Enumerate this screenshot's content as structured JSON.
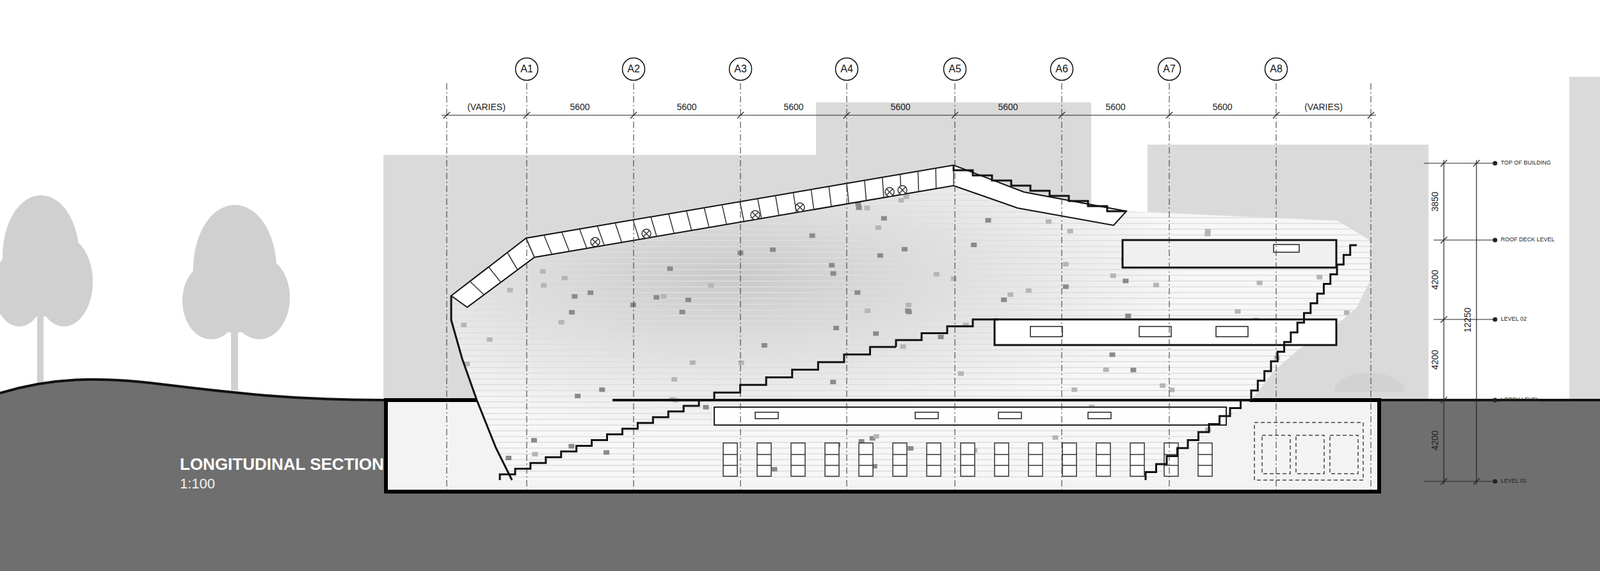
{
  "diagram": {
    "title": "LONGITUDINAL SECTION",
    "nodes": [
      {
        "text": [
          "A1"
        ]
      },
      {
        "text": [
          "A2"
        ]
      },
      {
        "text": [
          "A3"
        ]
      },
      {
        "text": [
          "A4"
        ]
      },
      {
        "text": [
          "A5"
        ]
      },
      {
        "text": [
          "A6"
        ]
      },
      {
        "text": [
          "A7"
        ]
      },
      {
        "text": [
          "A8"
        ]
      }
    ],
    "labels": [
      "(VARIES)",
      "5600",
      "5600",
      "5600",
      "5600",
      "5600",
      "5600",
      "5600",
      "(VARIES)",
      "3850",
      "4200",
      "4200",
      "4200",
      "12250",
      "TOP OF BUILDING",
      "ROOF DECK LEVEL",
      "LEVEL 02",
      "LOBBY LEVEL",
      "LEVEL 01",
      "1:100"
    ]
  }
}
